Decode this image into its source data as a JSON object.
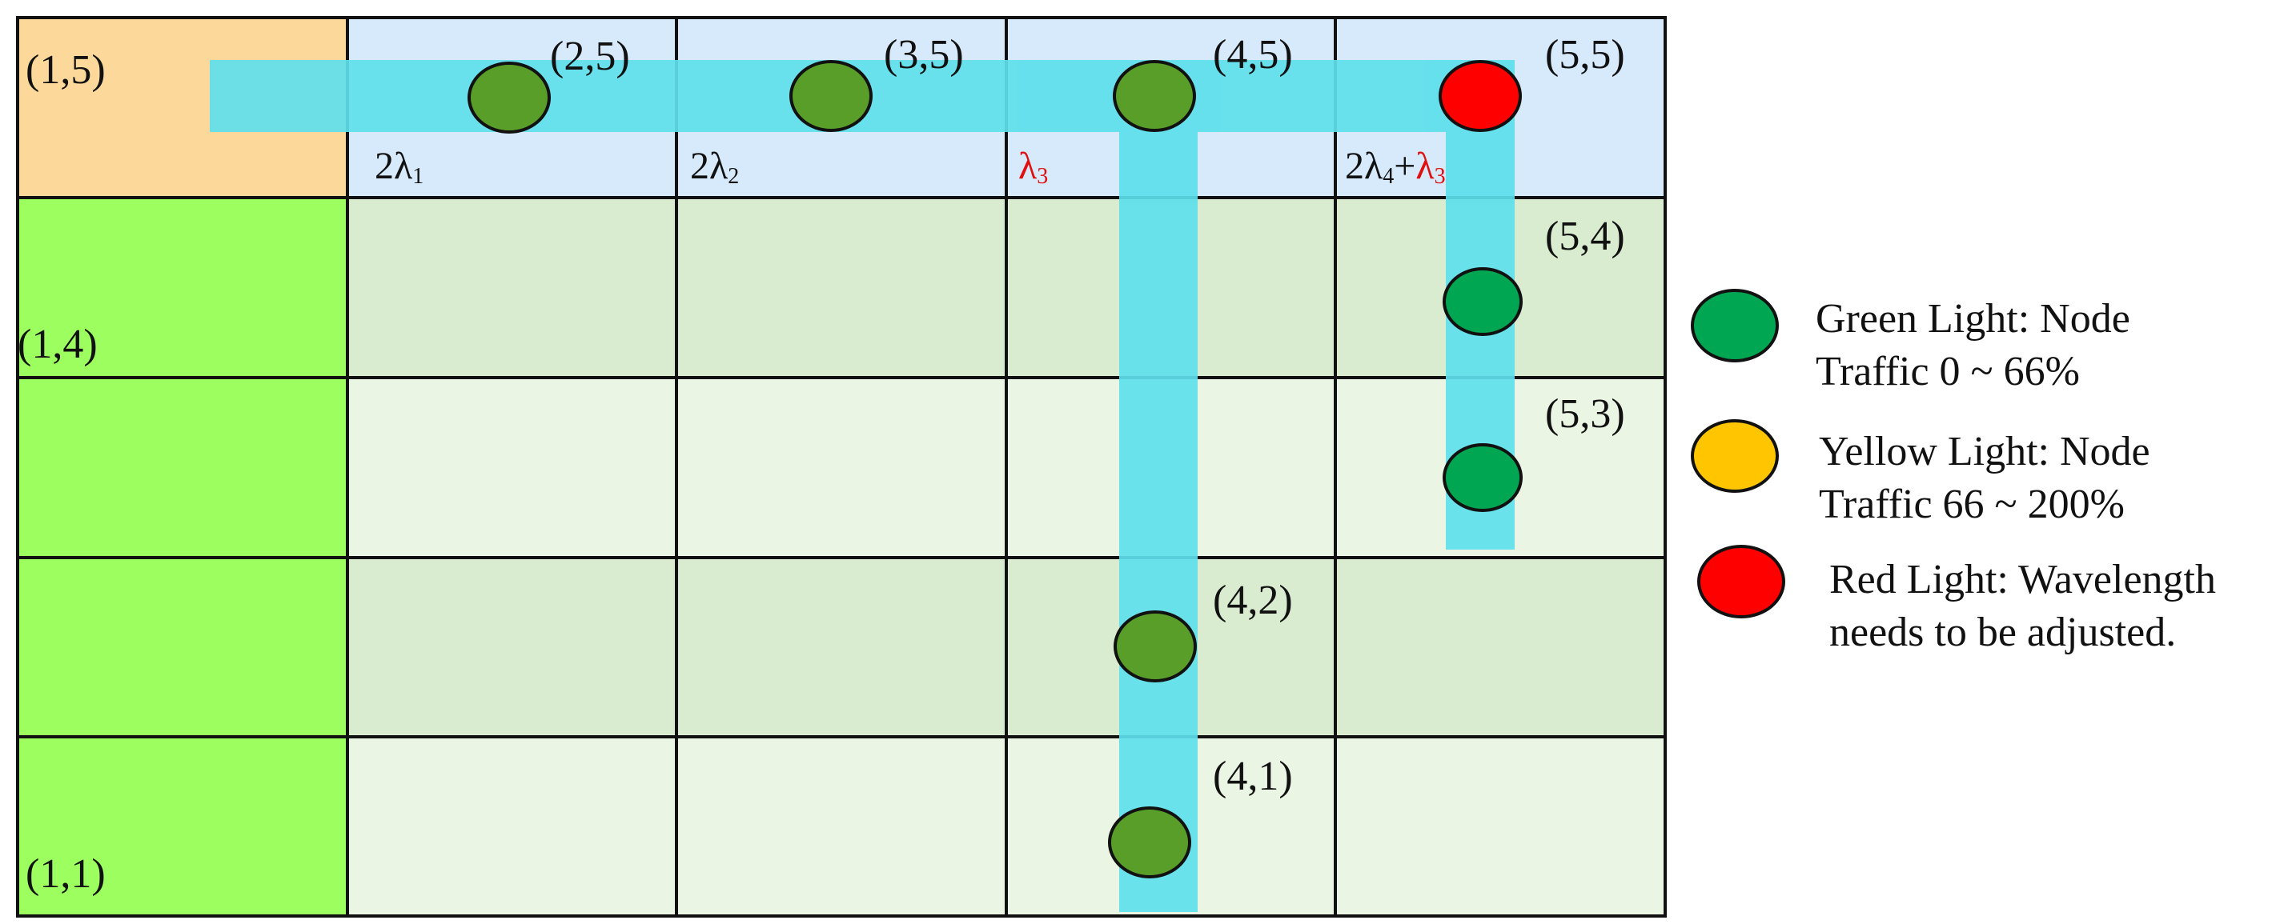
{
  "colors": {
    "row5_cell": "#d6eafc",
    "row5_first": "#fcd99a",
    "col1_cells": "#9cfe5f",
    "band_a": "#d9ecd0",
    "band_b": "#ebf5e4",
    "path": "#5ee0ec",
    "node_green_dark": "#5a9e2a",
    "node_green": "#00a651",
    "node_yellow": "#ffc600",
    "node_red": "#ff0000",
    "grid_line": "#111111"
  },
  "grid": {
    "columns": 5,
    "rows": 5
  },
  "cell_labels": {
    "c1_5": "(1,5)",
    "c2_5": "(2,5)",
    "c3_5": "(3,5)",
    "c4_5": "(4,5)",
    "c5_5": "(5,5)",
    "c1_4": "(1,4)",
    "c5_4": "(5,4)",
    "c5_3": "(5,3)",
    "c4_2": "(4,2)",
    "c4_1": "(4,1)",
    "c1_1": "(1,1)"
  },
  "wavelengths": {
    "w2": {
      "coef": "2",
      "sym": "λ",
      "sub": "1"
    },
    "w3": {
      "coef": "2",
      "sym": "λ",
      "sub": "2"
    },
    "w4": {
      "sym": "λ",
      "sub": "3"
    },
    "w5": {
      "coef": "2",
      "sym": "λ",
      "sub": "4",
      "plus": "+",
      "sym2": "λ",
      "sub2": "3"
    }
  },
  "legend": [
    {
      "color_key": "node_green",
      "line1": "Green Light: Node",
      "line2": "Traffic 0 ~ 66%"
    },
    {
      "color_key": "node_yellow",
      "line1": "Yellow Light: Node",
      "line2": "Traffic 66 ~ 200%"
    },
    {
      "color_key": "node_red",
      "line1": "Red Light: Wavelength",
      "line2": "needs to be adjusted."
    }
  ]
}
